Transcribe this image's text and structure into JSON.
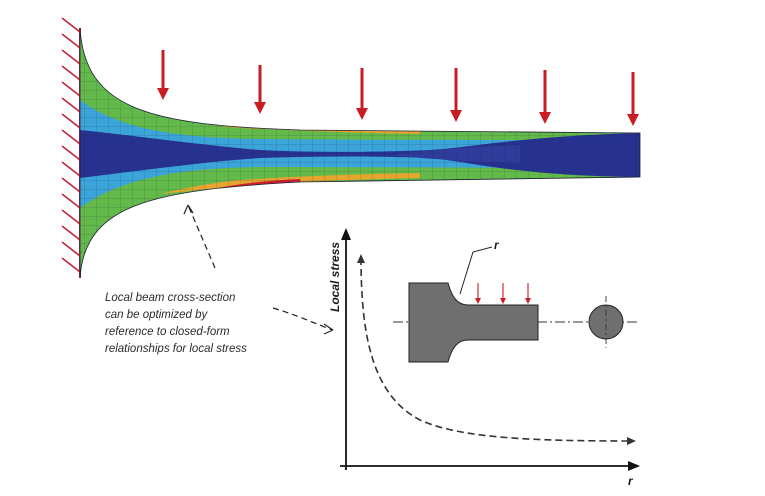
{
  "diagram": {
    "caption_lines": [
      "Local beam cross-section",
      "can be optimized by",
      "reference to closed-form",
      "relationships for local stress"
    ],
    "graph": {
      "y_axis_label": "Local stress",
      "x_axis_label": "r",
      "fillet_label": "r"
    },
    "colors": {
      "load_arrow": "#c81e23",
      "stress_low": "#27318f",
      "stress_lowmid": "#3ba4d9",
      "stress_mid": "#63b94a",
      "stress_midhigh": "#e5a52e",
      "stress_high": "#d2202a",
      "part_fill": "#6f6f6f",
      "support_hatch": "#c0233a"
    },
    "icons": [
      "fixed-support-hatch",
      "load-arrow",
      "dashed-leader-arrow",
      "fillet-shaft-part",
      "circular-cross-section"
    ]
  }
}
